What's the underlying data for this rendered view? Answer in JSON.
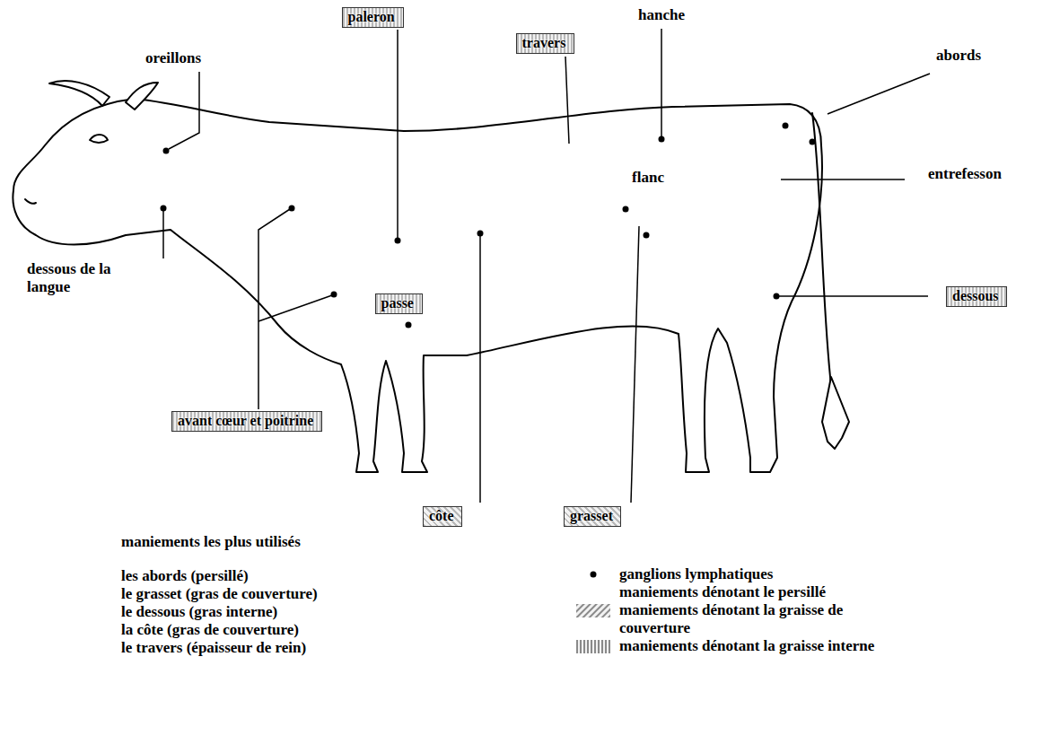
{
  "diagram": {
    "nodes": [
      {
        "text": [
          "paleron"
        ]
      },
      {
        "text": [
          "travers"
        ]
      },
      {
        "text": [
          "passe"
        ]
      },
      {
        "text": [
          "dessous"
        ]
      },
      {
        "text": [
          "avant cœur et poitrine"
        ]
      },
      {
        "text": [
          "côte"
        ]
      },
      {
        "text": [
          "grasset"
        ]
      }
    ],
    "labels": [
      "oreillons",
      "hanche",
      "abords",
      "flanc",
      "entrefesson",
      "dessous de la langue",
      "maniements les plus utilisés",
      "les abords (persillé)",
      "le grasset (gras de couverture)",
      "le dessous (gras interne)",
      "la côte (gras de couverture)",
      "le travers (épaisseur de rein)"
    ],
    "legend": [
      {
        "text": "ganglions lymphatiques"
      },
      {
        "text": "maniements dénotant le persillé"
      },
      {
        "text": "maniements dénotant la graisse de couverture"
      },
      {
        "text": "maniements dénotant la graisse interne"
      }
    ]
  }
}
